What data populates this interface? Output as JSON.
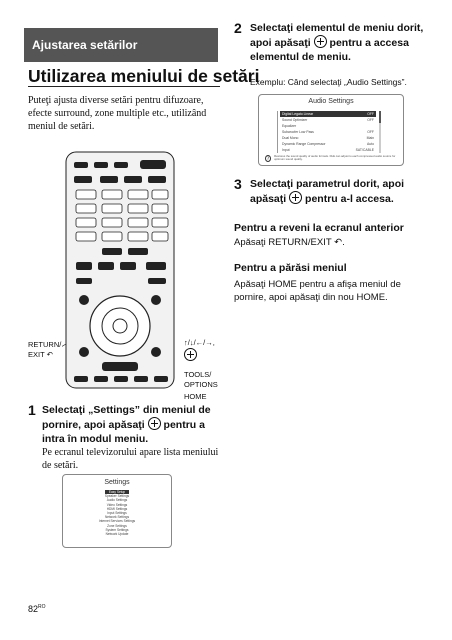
{
  "section_band": "Ajustarea setărilor",
  "title": "Utilizarea meniului de setări",
  "intro": "Puteţi ajusta diverse setări pentru difuzoare, efecte surround, zone multiple etc., utilizând meniul de setări.",
  "remote_labels": {
    "return": "RETURN/\nEXIT ↶",
    "arrows": "↑/↓/←/→,",
    "tools": "TOOLS/\nOPTIONS",
    "home": "HOME"
  },
  "step1": {
    "num": "1",
    "text_a": "Selectaţi „Settings” din meniul de pornire, apoi apăsaţi ",
    "text_b": " pentru a intra în modul meniu.",
    "note": "Pe ecranul televizorului apare lista meniului de setări."
  },
  "settings_screen": {
    "title": "Settings",
    "items": [
      "Easy Setup",
      "Speaker Settings",
      "Audio Settings",
      "Video Settings",
      "HDMI Settings",
      "Input Settings",
      "Network Settings",
      "Internet Services Settings",
      "Zone Settings",
      "System Settings",
      "Network Update"
    ],
    "selected_index": 0
  },
  "step2": {
    "num": "2",
    "text_a": "Selectaţi elementul de meniu dorit, apoi apăsaţi ",
    "text_b": " pentru a accesa elementul de meniu.",
    "example": "Exemplu: Când selectaţi „Audio Settings”."
  },
  "audio_screen": {
    "title": "Audio Settings",
    "rows": [
      {
        "label": "Digital Legato Linear",
        "value": "OFF"
      },
      {
        "label": "Sound Optimizer",
        "value": "OFF"
      },
      {
        "label": "Equalizer",
        "value": ""
      },
      {
        "label": "Subwoofer Low Pass",
        "value": "OFF"
      },
      {
        "label": "Dual Mono",
        "value": "Main"
      },
      {
        "label": "Dynamic Range Compressor",
        "value": "Auto"
      },
      {
        "label": "Input",
        "value": "SAT/CABLE"
      }
    ],
    "footnote": "Restores the sound quality of audio formats. DLE can adjust to each compressed audio source for optimum sound quality."
  },
  "step3": {
    "num": "3",
    "text_a": "Selectaţi parametrul dorit, apoi apăsaţi ",
    "text_b": " pentru a-l accesa."
  },
  "prev_screen": {
    "heading": "Pentru a reveni la ecranul anterior",
    "text": "Apăsaţi RETURN/EXIT ↶."
  },
  "exit_menu": {
    "heading": "Pentru a părăsi meniul",
    "text": "Apăsaţi HOME pentru a afişa meniul de pornire, apoi apăsaţi din nou HOME."
  },
  "page_number": "82",
  "page_lang": "RO"
}
